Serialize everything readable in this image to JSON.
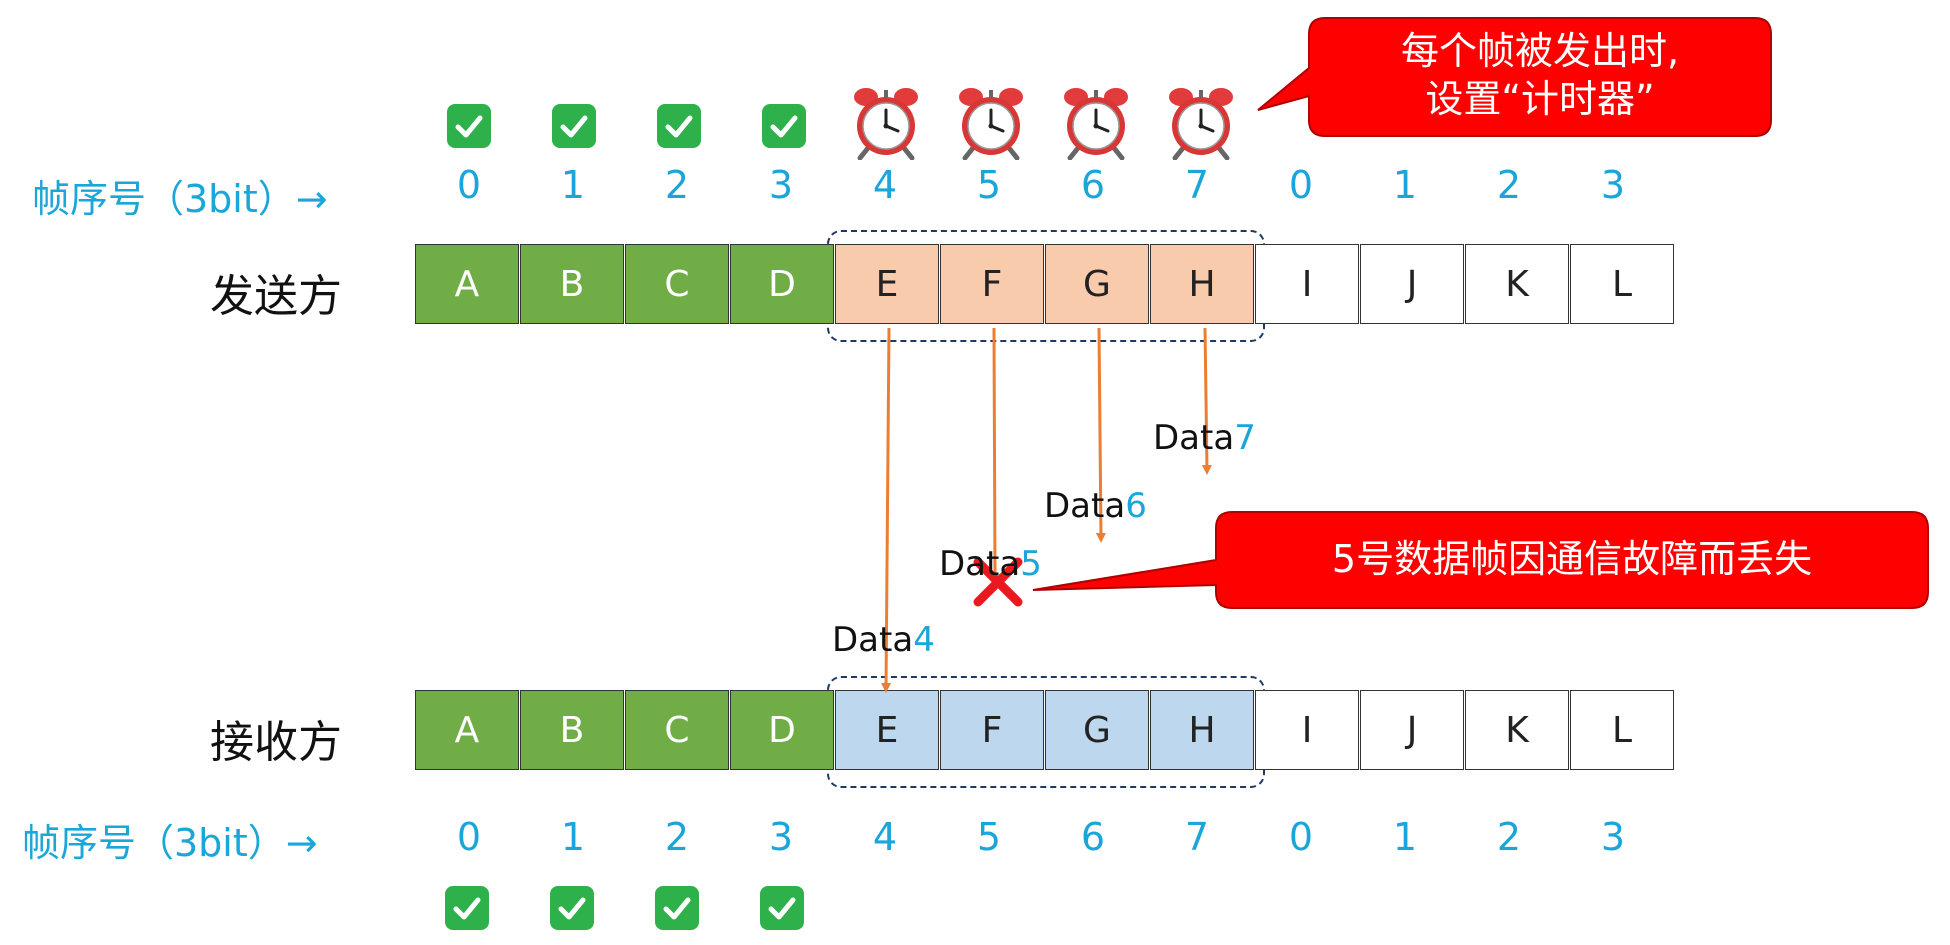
{
  "seq_label": "帧序号（3bit）→",
  "seq_numbers": [
    "0",
    "1",
    "2",
    "3",
    "4",
    "5",
    "6",
    "7",
    "0",
    "1",
    "2",
    "3"
  ],
  "sender": {
    "label": "发送方",
    "frames": [
      "A",
      "B",
      "C",
      "D",
      "E",
      "F",
      "G",
      "H",
      "I",
      "J",
      "K",
      "L"
    ]
  },
  "receiver": {
    "label": "接收方",
    "frames": [
      "A",
      "B",
      "C",
      "D",
      "E",
      "F",
      "G",
      "H",
      "I",
      "J",
      "K",
      "L"
    ]
  },
  "transmissions": [
    {
      "prefix": "Data",
      "num": "4"
    },
    {
      "prefix": "Data",
      "num": "5"
    },
    {
      "prefix": "Data",
      "num": "6"
    },
    {
      "prefix": "Data",
      "num": "7"
    }
  ],
  "callout_timer": {
    "line1": "每个帧被发出时,",
    "line2": "设置“计时器”"
  },
  "callout_loss": "5号数据帧因通信故障而丢失",
  "icons": {
    "acknowledged": "check-mark-icon",
    "timer": "alarm-clock-icon",
    "lost": "red-x-icon"
  },
  "colors": {
    "done": "#70ad47",
    "sender_window": "#f8cbad",
    "receiver_window": "#bdd7ee",
    "seq_blue": "#1aa6d9",
    "arrow": "#ed7d31",
    "callout": "#ff0000"
  }
}
